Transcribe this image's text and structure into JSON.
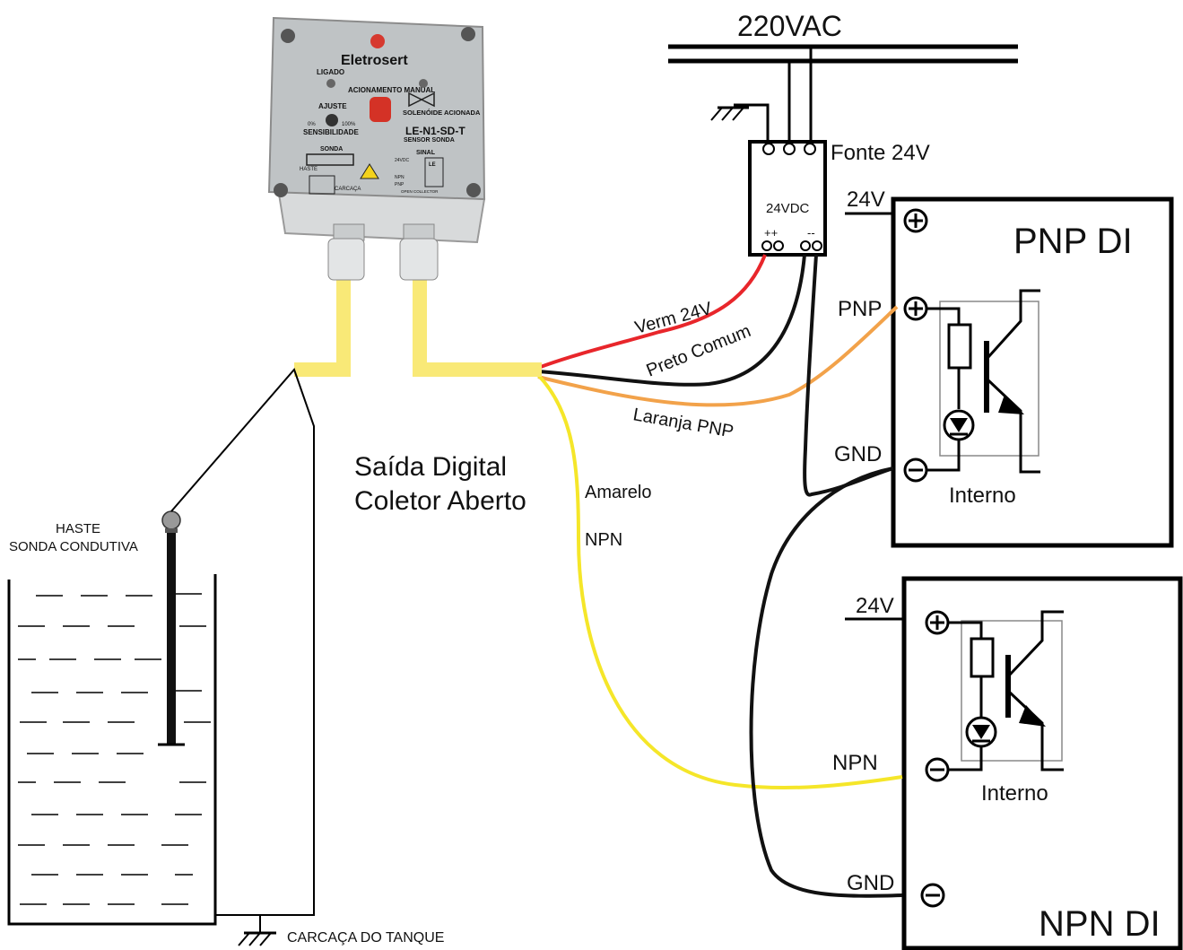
{
  "supply": {
    "mains": "220VAC",
    "psu_label": "Fonte 24V",
    "psu_face": "24VDC",
    "psu_plus": "++",
    "psu_minus": "--"
  },
  "sensor_box": {
    "brand": "Eletrosert",
    "led_on": "LIGADO",
    "manual": "ACIONAMENTO MANUAL",
    "adjust": "AJUSTE",
    "scale_min": "0%",
    "scale_max": "100%",
    "sensitivity": "SENSIBILIDADE",
    "solenoid": "SOLENÓIDE ACIONADA",
    "model": "LE-N1-SD-T",
    "model_sub": "SENSOR SONDA",
    "probe": "SONDA",
    "rod": "HASTE",
    "housing": "CARCAÇA",
    "signal": "SINAL",
    "v24": "24VDC",
    "npn": "NPN",
    "pnp": "PNP",
    "open_collector": "OPEN COLLECTOR",
    "le": "LE"
  },
  "wires": {
    "red": "Verm  24V",
    "black": "Preto Comum",
    "orange": "Laranja  PNP",
    "yellow_1": "Amarelo",
    "yellow_2": "NPN",
    "red_color": "#e8262b",
    "black_color": "#111111",
    "orange_color": "#f2a24a",
    "yellow_color": "#f5e629",
    "cable_color": "#f9e977"
  },
  "output_label": {
    "line1": "Saída Digital",
    "line2": "Coletor Aberto"
  },
  "pnp_module": {
    "title": "PNP DI",
    "v24": "24V",
    "input": "PNP",
    "gnd": "GND",
    "internal": "Interno"
  },
  "npn_module": {
    "title": "NPN DI",
    "v24": "24V",
    "input": "NPN",
    "gnd": "GND",
    "internal": "Interno"
  },
  "tank": {
    "rod_line1": "HASTE",
    "rod_line2": "SONDA CONDUTIVA",
    "ground": "CARCAÇA DO TANQUE"
  }
}
